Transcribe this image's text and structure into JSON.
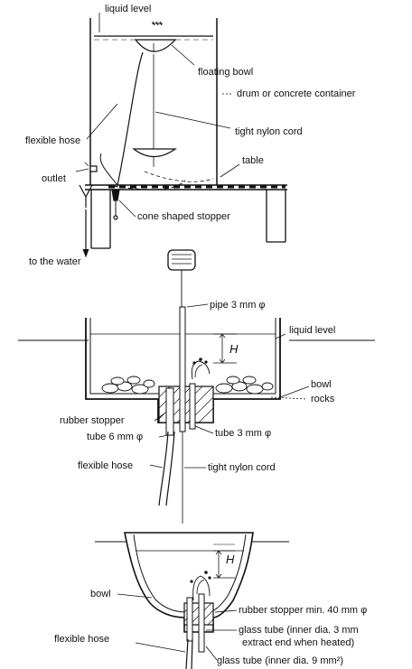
{
  "figure1": {
    "liquid_level": "liquid level",
    "floating_bowl": "floating bowl",
    "container": "drum or concrete container",
    "nylon_cord": "tight nylon cord",
    "flexible_hose": "flexible hose",
    "table": "table",
    "outlet": "outlet",
    "stopper": "cone shaped stopper",
    "to_water": "to the water"
  },
  "figure2": {
    "pipe": "pipe 3 mm φ",
    "liquid_level": "liquid level",
    "height_symbol": "H",
    "bowl": "bowl",
    "rocks": "rocks",
    "rubber_stopper": "rubber stopper",
    "tube_6mm": "tube 6 mm φ",
    "tube_3mm": "tube 3 mm φ",
    "flexible_hose": "flexible hose",
    "nylon_cord": "tight nylon cord"
  },
  "figure3": {
    "height_symbol": "H",
    "bowl": "bowl",
    "rubber_stopper": "rubber stopper min. 40 mm φ",
    "glass_tube_3mm": "glass tube (inner dia. 3 mm",
    "glass_tube_3mm_note": "extract end when heated)",
    "flexible_hose": "flexible hose",
    "glass_tube_9mm": "glass tube (inner dia. 9 mm²)"
  }
}
